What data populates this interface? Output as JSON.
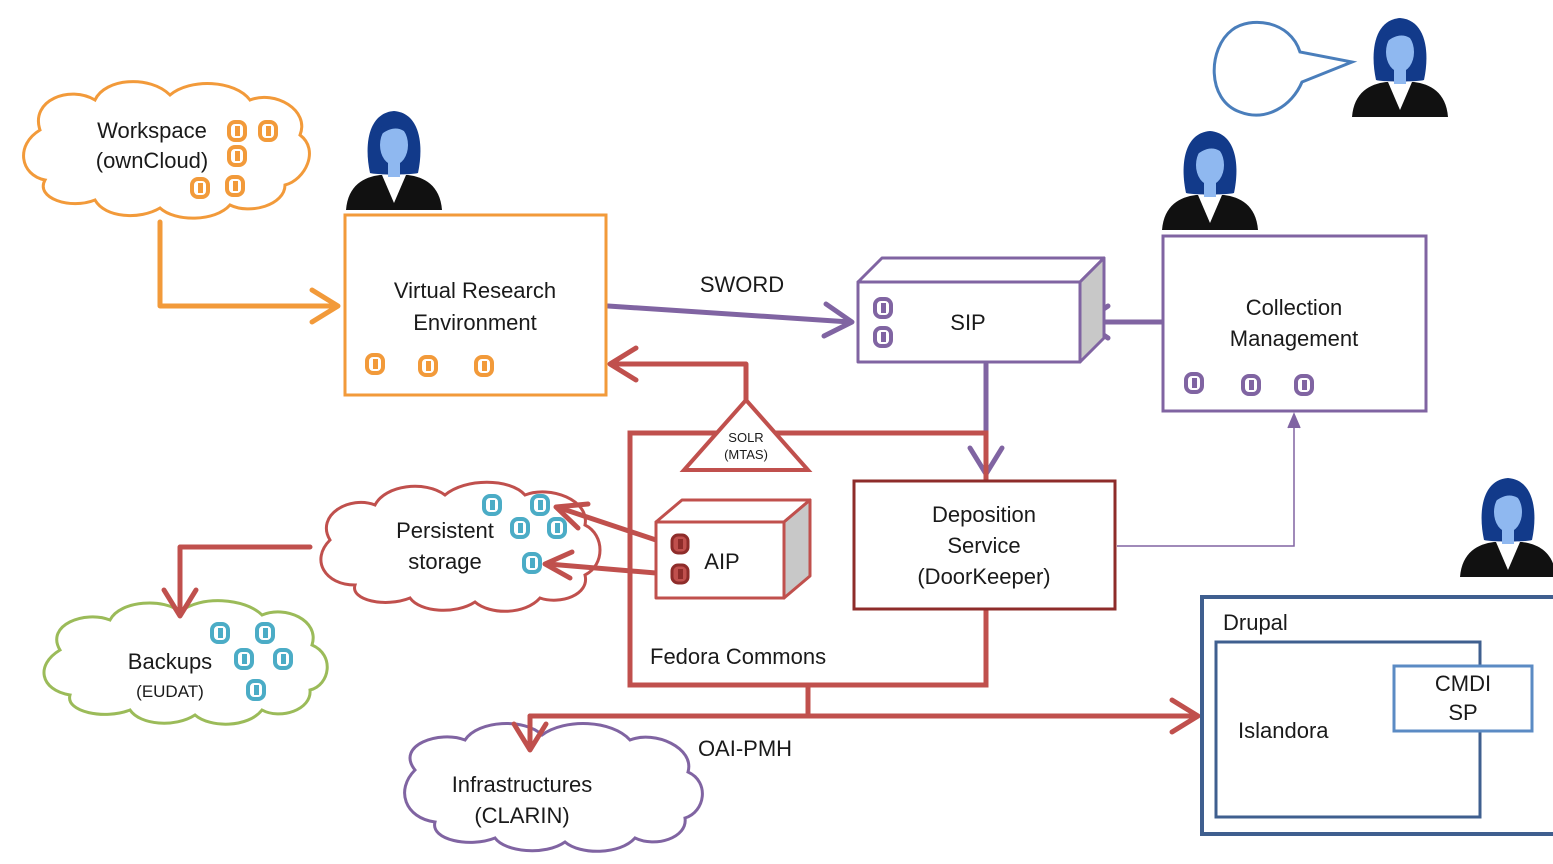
{
  "colors": {
    "orange": "#f29a3a",
    "purple": "#8064a2",
    "red": "#c0504d",
    "darkred": "#8e2c2a",
    "green": "#9bbb59",
    "blue_dark": "#3f5f8f",
    "blue_light": "#5b8bc4",
    "teal": "#4bacc6"
  },
  "clouds": {
    "workspace": {
      "line1": "Workspace",
      "line2": "(ownCloud)"
    },
    "persistent": {
      "line1": "Persistent",
      "line2": "storage"
    },
    "backups": {
      "line1": "Backups",
      "line2": "(EUDAT)"
    },
    "infrastructures": {
      "line1": "Infrastructures",
      "line2": "(CLARIN)"
    }
  },
  "boxes": {
    "vre": {
      "line1": "Virtual Research",
      "line2": "Environment"
    },
    "sip": {
      "label": "SIP"
    },
    "collection": {
      "line1": "Collection",
      "line2": "Management"
    },
    "deposition": {
      "line1": "Deposition",
      "line2": "Service",
      "line3": "(DoorKeeper)"
    },
    "aip": {
      "label": "AIP"
    },
    "solr": {
      "line1": "SOLR",
      "line2": "(MTAS)"
    },
    "fedora": {
      "label": "Fedora Commons"
    },
    "drupal": {
      "label": "Drupal"
    },
    "islandora": {
      "label": "Islandora"
    },
    "cmdi": {
      "line1": "CMDI",
      "line2": "SP"
    }
  },
  "arrows": {
    "sword": "SWORD",
    "oai": "OAI-PMH"
  }
}
